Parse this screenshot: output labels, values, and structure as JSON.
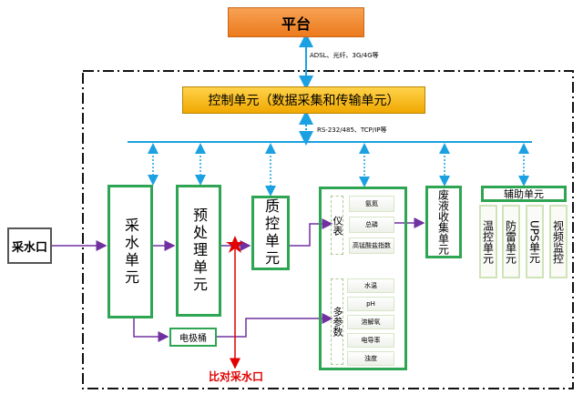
{
  "platform": "平台",
  "link_top": "ADSL、光纤、3G/4G等",
  "control_unit": "控制单元（数据采集和传输单元）",
  "link_bus": "RS-232/485、TCP/IP等",
  "intake": "采水口",
  "units": {
    "sampling": "采水单元",
    "pretreat": "预处理单元",
    "qc": "质控单元",
    "waste": "废液收集单元",
    "electrode": "电极桶",
    "aux": "辅助单元"
  },
  "instrument": {
    "label": "仪表",
    "items": [
      "氨氮",
      "总磷",
      "高锰酸盐指数"
    ]
  },
  "multiparam": {
    "label": "多参数",
    "items": [
      "水温",
      "pH",
      "溶解氧",
      "电导率",
      "浊度"
    ]
  },
  "aux_items": [
    "温控单元",
    "防雷单元",
    "UPS单元",
    "视频监控"
  ],
  "compare": "比对采水口",
  "colors": {
    "green": "#2ea552",
    "blue": "#1ba1e2",
    "purple": "#7030a0",
    "red": "#e00000"
  }
}
